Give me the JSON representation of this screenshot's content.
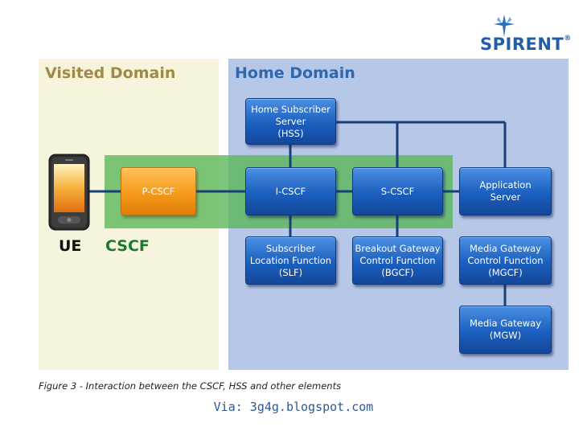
{
  "logo": {
    "brand": "SPIRENT",
    "registered": "®"
  },
  "domains": {
    "visited": "Visited Domain",
    "home": "Home Domain"
  },
  "nodes": {
    "hss": "Home Subscriber\nServer\n(HSS)",
    "pcscf": "P-CSCF",
    "icscf": "I-CSCF",
    "scscf": "S-CSCF",
    "app_server": "Application\nServer",
    "slf": "Subscriber\nLocation Function\n(SLF)",
    "bgcf": "Breakout Gateway\nControl Function\n(BGCF)",
    "mgcf": "Media Gateway\nControl Function\n(MGCF)",
    "mgw": "Media Gateway\n(MGW)"
  },
  "labels": {
    "ue": "UE",
    "cscf": "CSCF"
  },
  "caption": "Figure 3 - Interaction between the CSCF, HSS and other elements",
  "via": "Via: 3g4g.blogspot.com",
  "colors": {
    "visited_bg": "#f7f4dd",
    "home_bg": "#b7c7e8",
    "cscf_band": "#58b656",
    "node_blue": "#1b5fbf",
    "node_orange": "#f59a1c",
    "line": "#1a3e78"
  }
}
